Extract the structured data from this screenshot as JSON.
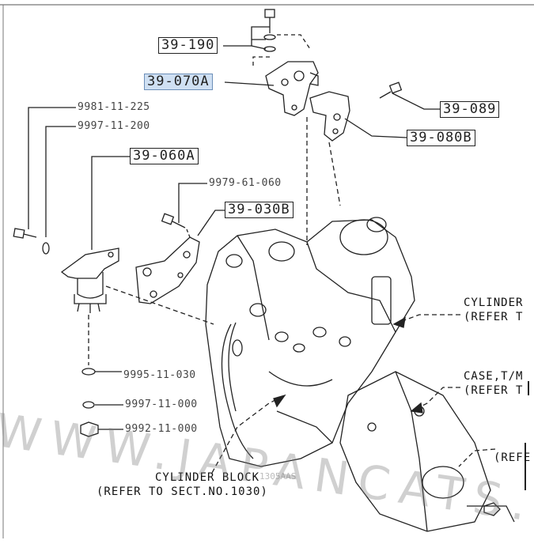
{
  "part_labels": {
    "p39_190": "39-190",
    "p39_070A": "39-070A",
    "p39_089": "39-089",
    "p39_080B": "39-080B",
    "p39_060A": "39-060A",
    "p39_030B": "39-030B"
  },
  "part_numbers": {
    "n9981_11_225": "9981-11-225",
    "n9997_11_200": "9997-11-200",
    "n9979_61_060": "9979-61-060",
    "n9995_11_030": "9995-11-030",
    "n9997_11_000": "9997-11-000",
    "n9992_11_000": "9992-11-000"
  },
  "references": {
    "cyl_head_title": "CYLINDER",
    "cyl_head_refer": "(REFER T",
    "case_title": "CASE,T/M",
    "case_refer": "(REFER T",
    "third_refer": "(REFE",
    "cyl_block_title": "CYLINDER BLOCK",
    "cyl_block_refer": "(REFER TO SECT.NO.1030)"
  },
  "watermark": {
    "text": "WWW.JAPANCATS.RU",
    "figure_tag": "1305AAS"
  },
  "colors": {
    "highlight": "#cfe0f3",
    "line": "#222222"
  }
}
